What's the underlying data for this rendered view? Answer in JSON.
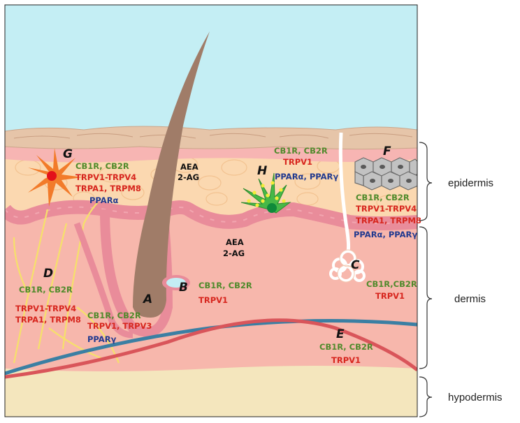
{
  "letters": {
    "A": "A",
    "B": "B",
    "C": "C",
    "D": "D",
    "E": "E",
    "F": "F",
    "G": "G",
    "H": "H"
  },
  "labels": {
    "G": [
      "CB1R, CB2R",
      "TRPV1-TRPV4",
      "TRPA1, TRPM8",
      "PPARα"
    ],
    "epidermis_ligands": [
      "AEA",
      "2-AG"
    ],
    "H": [
      "CB1R, CB2R",
      "TRPV1",
      "PPARα, PPARγ"
    ],
    "F": [
      "CB1R, CB2R",
      "TRPV1-TRPV4",
      "TRPA1, TRPM8",
      "PPARα, PPARγ"
    ],
    "dermis_ligands": [
      "AEA",
      "2-AG"
    ],
    "D": [
      "CB1R, CB2R",
      "TRPV1-TRPV4",
      "TRPA1, TRPM8"
    ],
    "B": [
      "CB1R, CB2R",
      "TRPV1"
    ],
    "A": [
      "CB1R, CB2R",
      "TRPV1, TRPV3",
      "PPARγ"
    ],
    "C": [
      "CB1R,CB2R",
      "TRPV1"
    ],
    "E": [
      "CB1R, CB2R",
      "TRPV1"
    ]
  },
  "layers": {
    "epidermis": "epidermis",
    "dermis": "dermis",
    "hypodermis": "hypodermis"
  },
  "colors": {
    "sky": "#c4eef4",
    "stratum_corneum": "#e6c5a9",
    "epidermis": "#fbd8b0",
    "dermis": "#f7b7ac",
    "hypodermis": "#f4e6bd",
    "basal_layer": "#e98c9a",
    "hair": "#a07c68",
    "receptor_green": "#4f8a2b",
    "receptor_red": "#d7261e",
    "receptor_blue": "#223a8f"
  }
}
